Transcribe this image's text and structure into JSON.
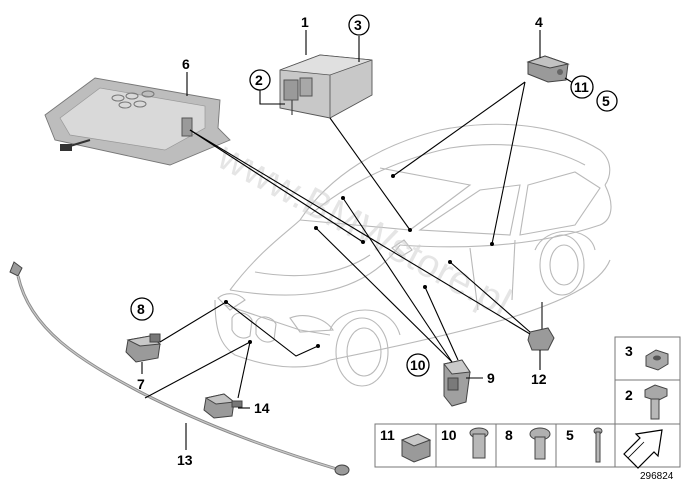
{
  "watermark": "www.BMWstore.pl",
  "diagram_id": "296824",
  "callouts": {
    "c1": "1",
    "c2": "2",
    "c3": "3",
    "c4": "4",
    "c5": "5",
    "c6": "6",
    "c7": "7",
    "c8": "8",
    "c9": "9",
    "c10": "10",
    "c11": "11",
    "c12": "12",
    "c13": "13",
    "c14": "14"
  },
  "fastener_table": {
    "c3": "3",
    "c2": "2",
    "c11": "11",
    "c10": "10",
    "c8": "8",
    "c5": "5"
  },
  "colors": {
    "line": "#000000",
    "car_outline": "#b9b9b9",
    "part_fill": "#9a9a9a",
    "watermark": "#cfcfcf"
  }
}
